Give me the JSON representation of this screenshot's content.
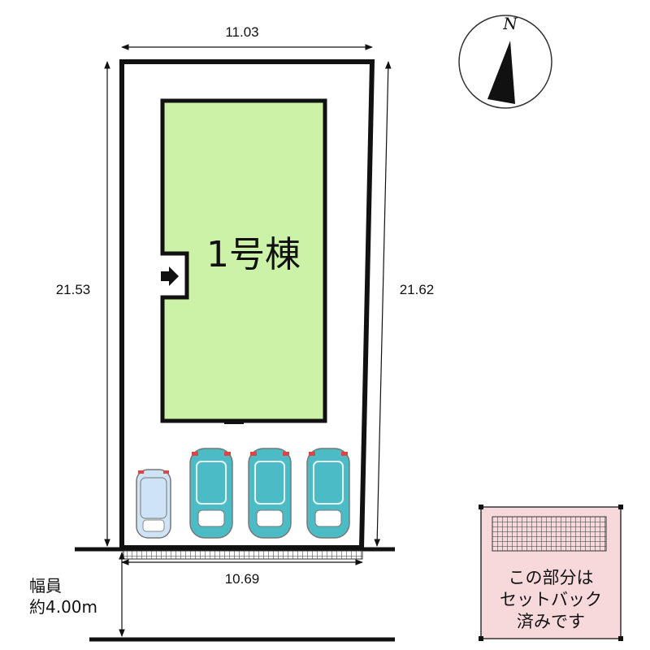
{
  "site": {
    "dim_top": "11.03",
    "dim_left": "21.53",
    "dim_right": "21.62",
    "dim_bottom": "10.69"
  },
  "building": {
    "label": "1号棟",
    "fill_color": "#ccf2a8"
  },
  "road": {
    "width_label_line1": "幅員",
    "width_label_line2": "約4.00m"
  },
  "compass": {
    "north_label": "N"
  },
  "parking": {
    "cars": [
      {
        "color": "#cfe3f7"
      },
      {
        "color": "#4bbcc6"
      },
      {
        "color": "#4bbcc6"
      },
      {
        "color": "#4bbcc6"
      }
    ]
  },
  "legend": {
    "line1": "この部分は",
    "line2": "セットバック",
    "line3": "済みです",
    "bg_color": "#f7d9dc"
  },
  "colors": {
    "setback_hatch": "#333333",
    "arrow": "#111111"
  }
}
